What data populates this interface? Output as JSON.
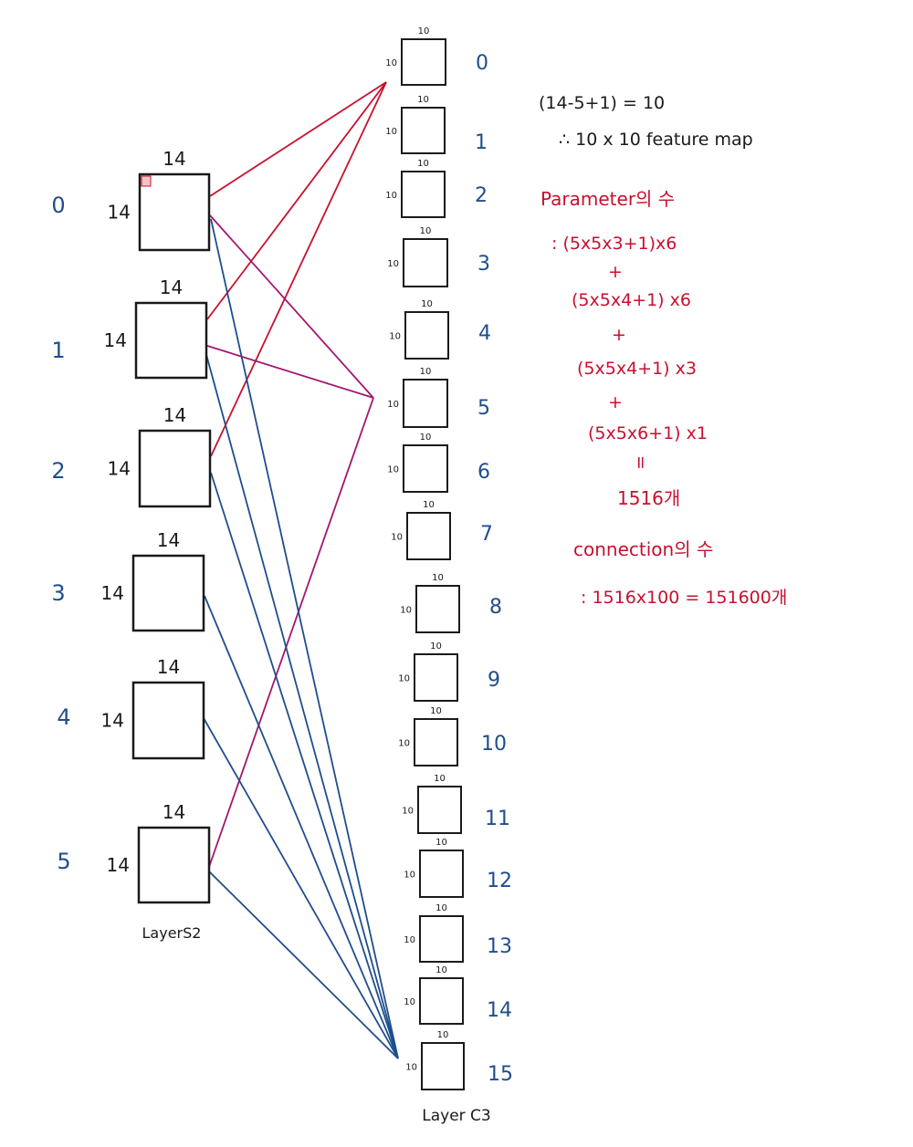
{
  "colors": {
    "blue": "#1f4e8c",
    "red": "#c8102e",
    "purple": "#a3166f",
    "black": "#1a1a1a",
    "highlight": "#f4c3c3"
  },
  "s2": {
    "caption": "LayerS2",
    "maps": [
      {
        "index": "0",
        "width_label": "14",
        "height_label": "14"
      },
      {
        "index": "1",
        "width_label": "14",
        "height_label": "14"
      },
      {
        "index": "2",
        "width_label": "14",
        "height_label": "14"
      },
      {
        "index": "3",
        "width_label": "14",
        "height_label": "14"
      },
      {
        "index": "4",
        "width_label": "14",
        "height_label": "14"
      },
      {
        "index": "5",
        "width_label": "14",
        "height_label": "14"
      }
    ]
  },
  "c3": {
    "caption": "Layer C3",
    "maps": [
      {
        "index": "0",
        "width_label": "10",
        "height_label": "10"
      },
      {
        "index": "1",
        "width_label": "10",
        "height_label": "10"
      },
      {
        "index": "2",
        "width_label": "10",
        "height_label": "10"
      },
      {
        "index": "3",
        "width_label": "10",
        "height_label": "10"
      },
      {
        "index": "4",
        "width_label": "10",
        "height_label": "10"
      },
      {
        "index": "5",
        "width_label": "10",
        "height_label": "10"
      },
      {
        "index": "6",
        "width_label": "10",
        "height_label": "10"
      },
      {
        "index": "7",
        "width_label": "10",
        "height_label": "10"
      },
      {
        "index": "8",
        "width_label": "10",
        "height_label": "10"
      },
      {
        "index": "9",
        "width_label": "10",
        "height_label": "10"
      },
      {
        "index": "10",
        "width_label": "10",
        "height_label": "10"
      },
      {
        "index": "11",
        "width_label": "10",
        "height_label": "10"
      },
      {
        "index": "12",
        "width_label": "10",
        "height_label": "10"
      },
      {
        "index": "13",
        "width_label": "10",
        "height_label": "10"
      },
      {
        "index": "14",
        "width_label": "10",
        "height_label": "10"
      },
      {
        "index": "15",
        "width_label": "10",
        "height_label": "10"
      }
    ]
  },
  "connections": [
    {
      "color": "red",
      "from": [
        0,
        1,
        2
      ],
      "to": 0
    },
    {
      "color": "purple",
      "from": [
        0,
        1,
        5
      ],
      "to": 5
    },
    {
      "color": "blue",
      "from": [
        0,
        1,
        2,
        3,
        4,
        5
      ],
      "to": 15
    }
  ],
  "notes": {
    "formula": "(14-5+1) = 10",
    "formula_result": "∴ 10 x 10 feature map",
    "param_heading": "Parameter의 수",
    "param_line1": ": (5x5x3+1)x6",
    "plus1": "+",
    "param_line2": "(5x5x4+1) x6",
    "plus2": "+",
    "param_line3": "(5x5x4+1) x3",
    "plus3": "+",
    "param_line4": "(5x5x6+1) x1",
    "equals": "=",
    "param_total": "1516개",
    "conn_heading": "connection의 수",
    "conn_line": ": 1516x100 = 151600개"
  }
}
